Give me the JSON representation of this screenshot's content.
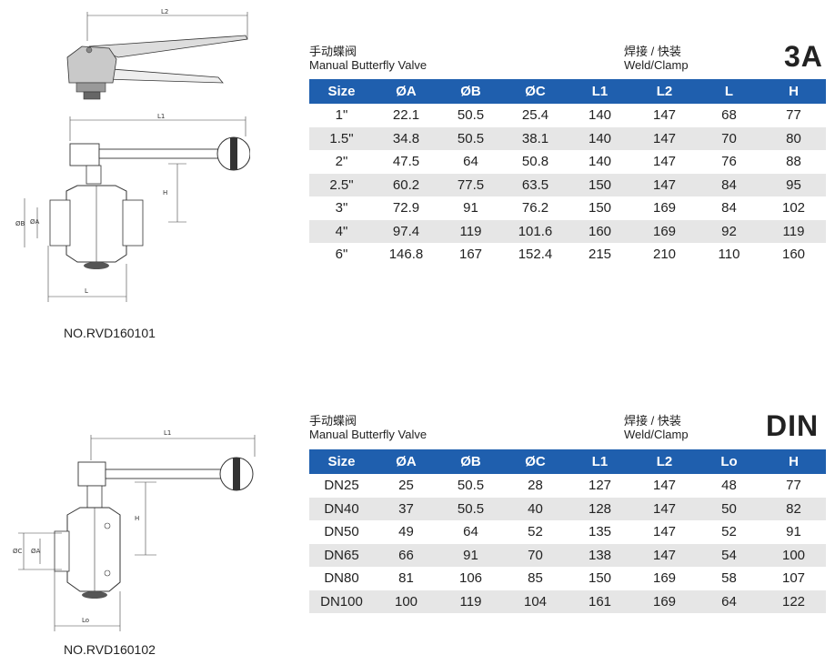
{
  "sections": [
    {
      "model_no": "NO.RVD160101",
      "title_cn": "手动蝶阀",
      "title_en": "Manual Butterfly Valve",
      "conn_cn": "焊接 / 快装",
      "conn_en": "Weld/Clamp",
      "standard": "3A",
      "drawing_labels": {
        "top_length": "L2",
        "side_length": "L1",
        "height": "H",
        "b": "ØB",
        "a": "ØA",
        "base": "L"
      },
      "columns": [
        "Size",
        "ØA",
        "ØB",
        "ØC",
        "L1",
        "L2",
        "L",
        "H"
      ],
      "rows": [
        [
          "1\"",
          "22.1",
          "50.5",
          "25.4",
          "140",
          "147",
          "68",
          "77"
        ],
        [
          "1.5\"",
          "34.8",
          "50.5",
          "38.1",
          "140",
          "147",
          "70",
          "80"
        ],
        [
          "2\"",
          "47.5",
          "64",
          "50.8",
          "140",
          "147",
          "76",
          "88"
        ],
        [
          "2.5\"",
          "60.2",
          "77.5",
          "63.5",
          "150",
          "147",
          "84",
          "95"
        ],
        [
          "3\"",
          "72.9",
          "91",
          "76.2",
          "150",
          "169",
          "84",
          "102"
        ],
        [
          "4\"",
          "97.4",
          "119",
          "101.6",
          "160",
          "169",
          "92",
          "119"
        ],
        [
          "6\"",
          "146.8",
          "167",
          "152.4",
          "215",
          "210",
          "110",
          "160"
        ]
      ]
    },
    {
      "model_no": "NO.RVD160102",
      "title_cn": "手动蝶阀",
      "title_en": "Manual Butterfly Valve",
      "conn_cn": "焊接 / 快装",
      "conn_en": "Weld/Clamp",
      "standard": "DIN",
      "drawing_labels": {
        "side_length": "L1",
        "height": "H",
        "c": "ØC",
        "a": "ØA",
        "base": "Lo"
      },
      "columns": [
        "Size",
        "ØA",
        "ØB",
        "ØC",
        "L1",
        "L2",
        "Lo",
        "H"
      ],
      "rows": [
        [
          "DN25",
          "25",
          "50.5",
          "28",
          "127",
          "147",
          "48",
          "77"
        ],
        [
          "DN40",
          "37",
          "50.5",
          "40",
          "128",
          "147",
          "50",
          "82"
        ],
        [
          "DN50",
          "49",
          "64",
          "52",
          "135",
          "147",
          "52",
          "91"
        ],
        [
          "DN65",
          "66",
          "91",
          "70",
          "138",
          "147",
          "54",
          "100"
        ],
        [
          "DN80",
          "81",
          "106",
          "85",
          "150",
          "169",
          "58",
          "107"
        ],
        [
          "DN100",
          "100",
          "119",
          "104",
          "161",
          "169",
          "64",
          "122"
        ]
      ]
    }
  ],
  "colors": {
    "header_bg": "#1f5fae",
    "stripe": "#e6e6e6"
  }
}
